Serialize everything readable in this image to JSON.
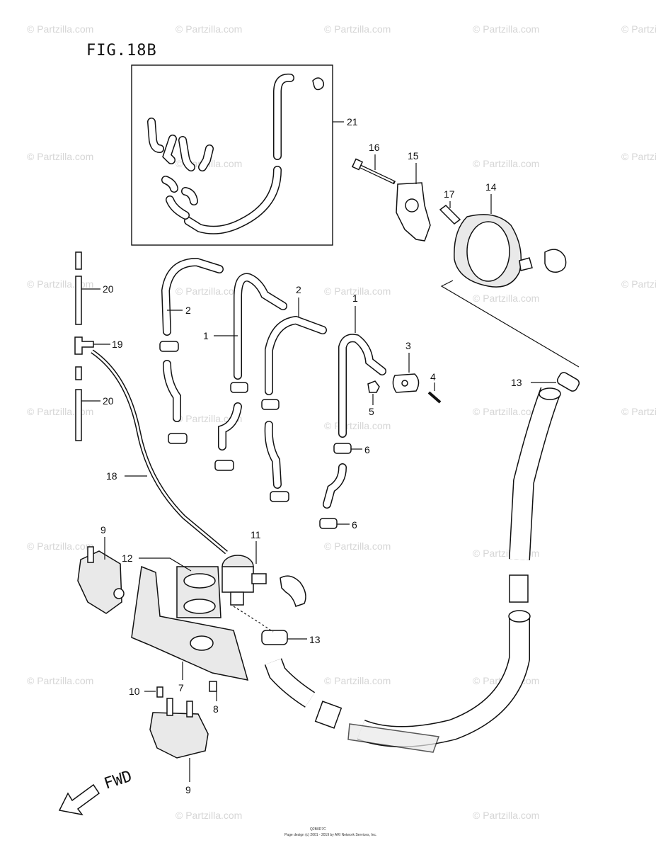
{
  "figure": {
    "title": "FIG.18B"
  },
  "watermarks": [
    "© Partzilla.com",
    "© Partzilla.com",
    "© Partzilla.com",
    "© Partzilla.com",
    "© Partzilla.com",
    "© Partzilla.com",
    "© Partzilla.com",
    "© Partzilla.com",
    "© Partzilla.com",
    "© Partzilla.com",
    "© Partzilla.com",
    "© Partzilla.com",
    "© Partzilla.com",
    "© Partzilla.com",
    "© Partzilla.com",
    "© Partzilla.com",
    "© Partzilla.com",
    "© Partzilla.com",
    "© Partzilla.com",
    "© Partzilla.com",
    "© Partzilla.com",
    "© Partzilla.com",
    "© Partzilla.com",
    "© Partzilla.com",
    "© Partzilla.com",
    "© Partzilla.com",
    "© Partzilla.com"
  ],
  "callouts": {
    "c21": "21",
    "c16": "16",
    "c15": "15",
    "c17": "17",
    "c14": "14",
    "c20a": "20",
    "c19": "19",
    "c20b": "20",
    "c18": "18",
    "c2a": "2",
    "c2b": "2",
    "c1a": "1",
    "c1b": "1",
    "c3": "3",
    "c4": "4",
    "c5": "5",
    "c6a": "6",
    "c6b": "6",
    "c13a": "13",
    "c13b": "13",
    "c9a": "9",
    "c12": "12",
    "c11": "11",
    "c10": "10",
    "c7": "7",
    "c8": "8",
    "c9b": "9"
  },
  "fwd_label": "FWD",
  "footer": {
    "code": "Q2B0D7C",
    "copyright": "Page design (c) 2001 - 2019 by ARI Network Services, Inc."
  }
}
